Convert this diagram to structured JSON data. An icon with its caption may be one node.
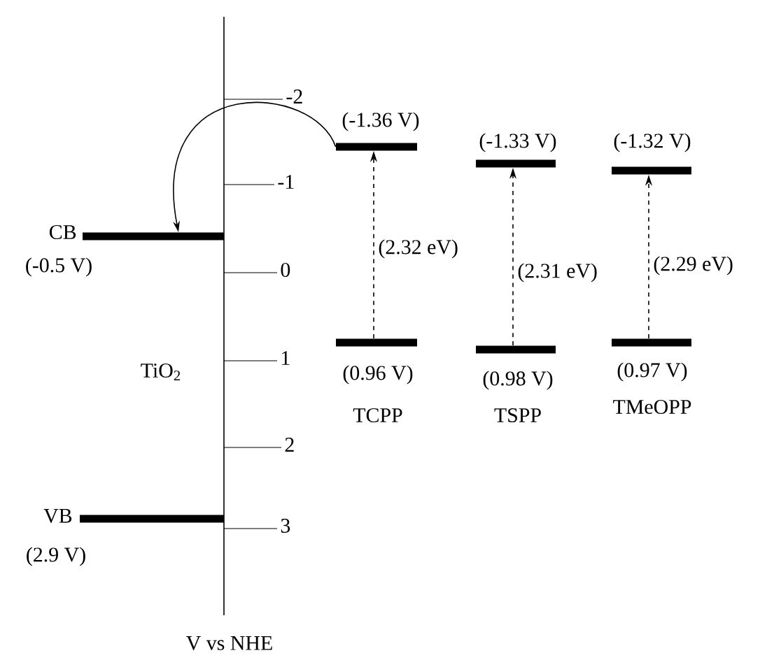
{
  "diagram": {
    "nodes": [
      {
        "text": [
          "CB",
          "(-0.5 V)"
        ]
      },
      {
        "text": [
          "VB",
          "(2.9 V)"
        ]
      },
      {
        "text": [
          "(-1.36 V)"
        ]
      },
      {
        "text": [
          "(0.96 V)",
          "TCPP"
        ]
      },
      {
        "text": [
          "(-1.33 V)"
        ]
      },
      {
        "text": [
          "(0.98 V)",
          "TSPP"
        ]
      },
      {
        "text": [
          "(-1.32 V)"
        ]
      },
      {
        "text": [
          "(0.97 V)",
          "TMeOPP"
        ]
      }
    ],
    "edges": [
      {
        "from": 2,
        "to": 0,
        "arrow": "to"
      },
      {
        "from": 3,
        "to": 2,
        "arrow": "to",
        "style": "dashed",
        "label": "(2.32 eV)"
      },
      {
        "from": 5,
        "to": 4,
        "arrow": "to",
        "style": "dashed",
        "label": "(2.31 eV)"
      },
      {
        "from": 7,
        "to": 6,
        "arrow": "to",
        "style": "dashed",
        "label": "(2.29 eV)"
      }
    ],
    "labels": [
      "-2",
      "-1",
      "0",
      "1",
      "2",
      "3",
      "TiO$_{2}$",
      "V vs NHE"
    ]
  }
}
